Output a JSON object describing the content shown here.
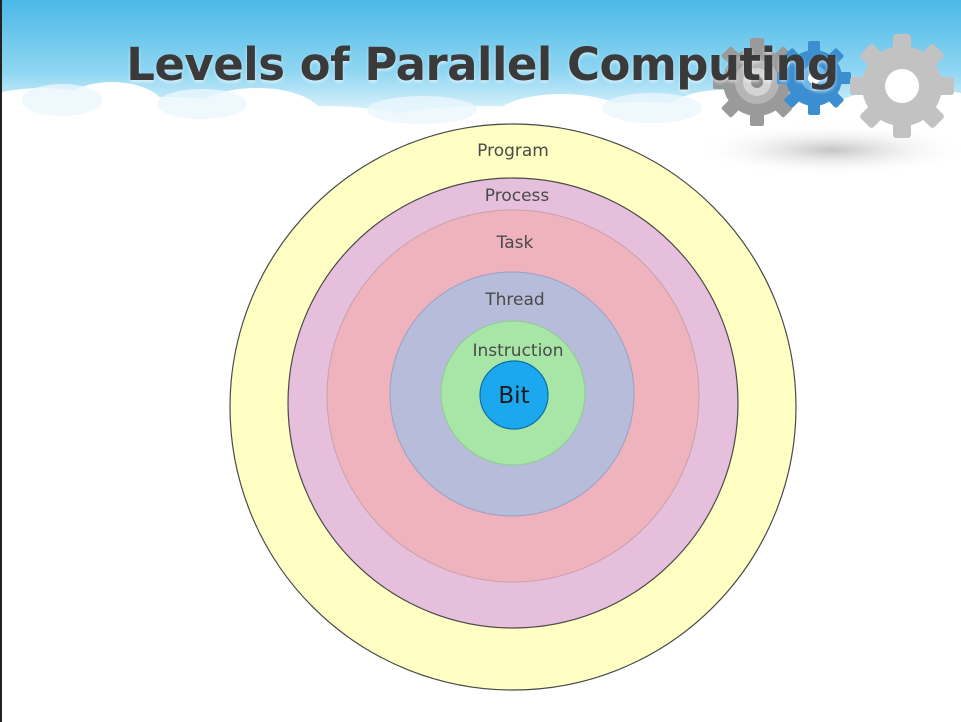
{
  "slide": {
    "title": "Levels of Parallel Computing"
  },
  "diagram": {
    "levels": [
      {
        "label": "Program",
        "color": "#ffffc4"
      },
      {
        "label": "Process",
        "color": "#e6bfdc"
      },
      {
        "label": "Task",
        "color": "#efb3be"
      },
      {
        "label": "Thread",
        "color": "#b6bcd9"
      },
      {
        "label": "Instruction",
        "color": "#a8e6a8"
      },
      {
        "label": "Bit",
        "color": "#1ba8ee"
      }
    ]
  },
  "decor": {
    "sky_color": "#5cc3ea",
    "cloud_color": "#ffffff",
    "gear_colors": [
      "#9a9a9a",
      "#3b8fd0",
      "#c8c8c8"
    ],
    "icons": [
      "gear-icon-gray",
      "gear-icon-blue",
      "gear-icon-silver"
    ]
  }
}
